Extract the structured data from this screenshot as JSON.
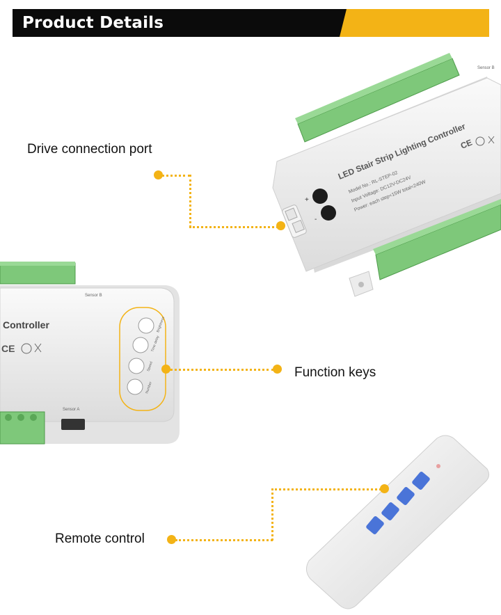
{
  "header": {
    "title": "Product Details"
  },
  "callouts": {
    "drive_port": "Drive connection port",
    "function_keys": "Function keys",
    "remote": "Remote control"
  },
  "device_top": {
    "title": "LED Stair Strip Lighting Controller",
    "model": "Model No.: RL-STEP-02",
    "voltage": "Input Voltage: DC12V-DC24V",
    "power": "Power: each step<15W  total<240W",
    "sensor": "Sensor B",
    "plus": "+",
    "minus": "-"
  },
  "device_left": {
    "title": "Controller",
    "sensor_b": "Sensor B",
    "sensor_a": "Sensor A",
    "keys": [
      "Brightness",
      "Time delay",
      "Speed",
      "Number"
    ]
  },
  "colors": {
    "accent": "#f3b316",
    "header_bg": "#0b0b0b",
    "terminal": "#7ec87a",
    "remote_key": "#4a74d8"
  }
}
